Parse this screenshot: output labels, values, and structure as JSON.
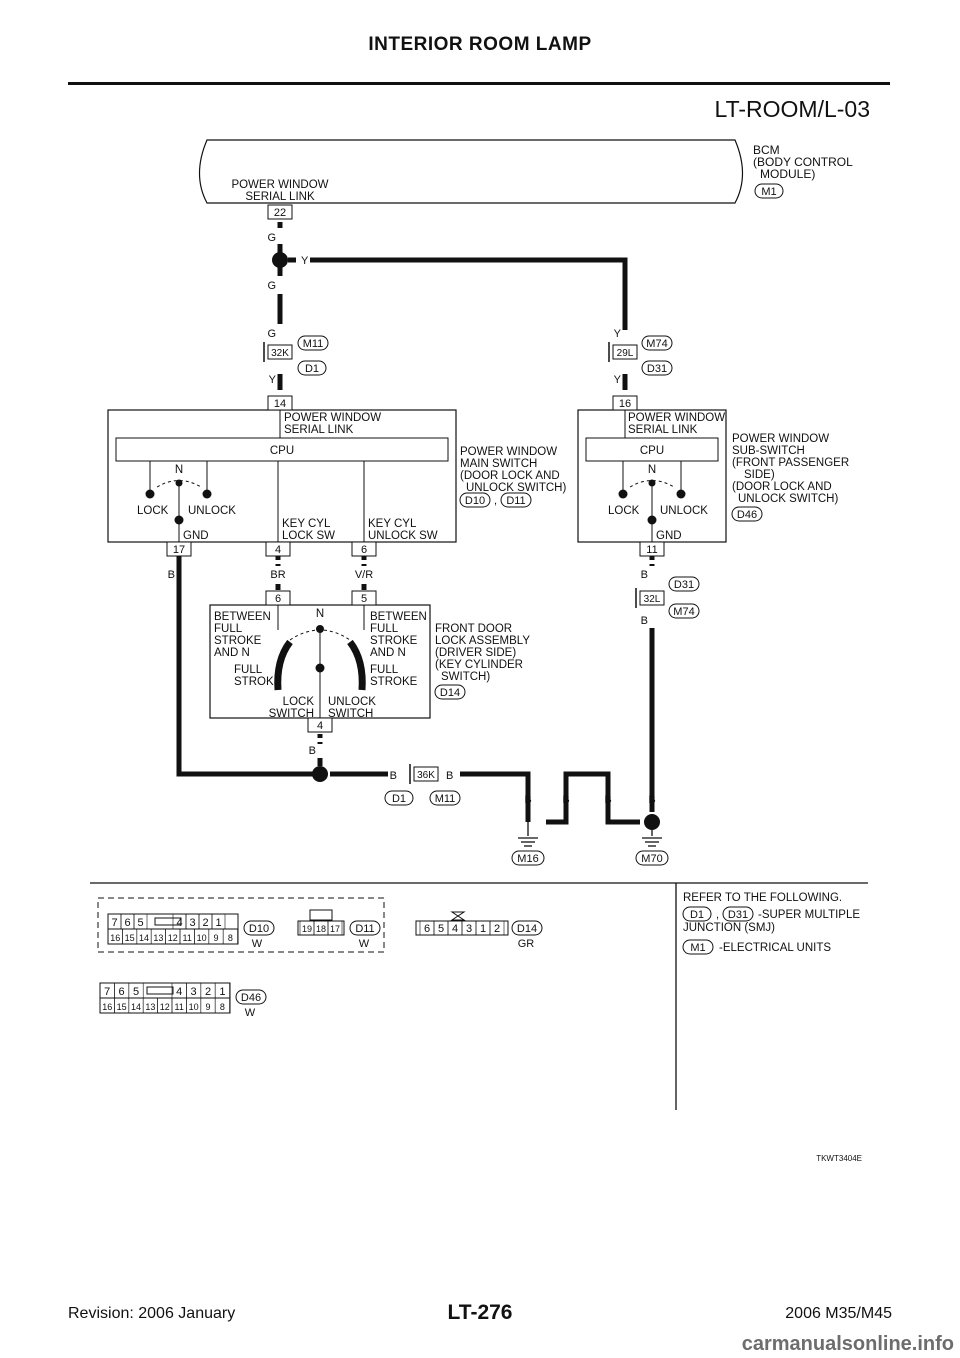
{
  "header": {
    "title": "INTERIOR ROOM LAMP",
    "diagram_code": "LT-ROOM/L-03"
  },
  "bcm": {
    "line1": "BCM",
    "line2": "(BODY CONTROL",
    "line3": "MODULE)",
    "conn": "M1",
    "terminal_label_1": "POWER WINDOW",
    "terminal_label_2": "SERIAL LINK",
    "terminal": "22"
  },
  "wires": {
    "g": "G",
    "y": "Y",
    "b": "B",
    "br": "BR",
    "vr": "V/R"
  },
  "connectors": {
    "c32k": "32K",
    "m11": "M11",
    "d1": "D1",
    "c29l": "29L",
    "m74": "M74",
    "d31": "D31",
    "c32l": "32L",
    "c36k": "36K",
    "m16": "M16",
    "m70": "M70"
  },
  "main_switch": {
    "serial_link_1": "POWER WINDOW",
    "serial_link_2": "SERIAL LINK",
    "cpu": "CPU",
    "n": "N",
    "lock": "LOCK",
    "unlock": "UNLOCK",
    "gnd": "GND",
    "key_lock_1": "KEY CYL",
    "key_lock_2": "LOCK SW",
    "key_unlock_1": "KEY CYL",
    "key_unlock_2": "UNLOCK SW",
    "name_1": "POWER WINDOW",
    "name_2": "MAIN SWITCH",
    "name_3": "(DOOR LOCK AND",
    "name_4": "UNLOCK SWITCH)",
    "conn_a": "D10",
    "sep": ",",
    "conn_b": "D11",
    "t14": "14",
    "t17": "17",
    "t4": "4",
    "t6": "6"
  },
  "sub_switch": {
    "serial_link_1": "POWER WINDOW",
    "serial_link_2": "SERIAL LINK",
    "cpu": "CPU",
    "n": "N",
    "lock": "LOCK",
    "unlock": "UNLOCK",
    "gnd": "GND",
    "name_1": "POWER WINDOW",
    "name_2": "SUB-SWITCH",
    "name_3": "(FRONT PASSENGER",
    "name_4": "SIDE)",
    "name_5": "(DOOR LOCK AND",
    "name_6": "UNLOCK SWITCH)",
    "conn": "D46",
    "t16": "16",
    "t11": "11"
  },
  "door_lock": {
    "t6": "6",
    "t5": "5",
    "t4": "4",
    "n": "N",
    "left_1": "BETWEEN",
    "left_2": "FULL",
    "left_3": "STROKE",
    "left_4": "AND N",
    "right_1": "BETWEEN",
    "right_2": "FULL",
    "right_3": "STROKE",
    "right_4": "AND N",
    "lfull_1": "FULL",
    "lfull_2": "STROKE",
    "rfull_1": "FULL",
    "rfull_2": "STROKE",
    "lock_1": "LOCK",
    "lock_2": "SWITCH",
    "unlock_1": "UNLOCK",
    "unlock_2": "SWITCH",
    "name_1": "FRONT DOOR",
    "name_2": "LOCK ASSEMBLY",
    "name_3": "(DRIVER SIDE)",
    "name_4": "(KEY CYLINDER",
    "name_5": "SWITCH)",
    "conn": "D14"
  },
  "connector_views": {
    "d10_top": [
      "7",
      "6",
      "5",
      "4",
      "3",
      "2",
      "1"
    ],
    "d10_bottom": [
      "16",
      "15",
      "14",
      "13",
      "12",
      "11",
      "10",
      "9",
      "8"
    ],
    "d10_name": "D10",
    "d10_color": "W",
    "d11_pins": [
      "19",
      "18",
      "17"
    ],
    "d11_name": "D11",
    "d11_color": "W",
    "d14_pins": [
      "6",
      "5",
      "4",
      "3",
      "1",
      "2"
    ],
    "d14_name": "D14",
    "d14_color": "GR",
    "d46_top": [
      "7",
      "6",
      "5",
      "4",
      "3",
      "2",
      "1"
    ],
    "d46_bottom": [
      "16",
      "15",
      "14",
      "13",
      "12",
      "11",
      "10",
      "9",
      "8"
    ],
    "d46_name": "D46",
    "d46_color": "W"
  },
  "reference": {
    "title": "REFER TO THE FOLLOWING.",
    "c1": "D1",
    "sep": ",",
    "c2": "D31",
    "smj_1": "-SUPER MULTIPLE",
    "smj_2": "JUNCTION (SMJ)",
    "c3": "M1",
    "elec": "-ELECTRICAL UNITS"
  },
  "figure_code": "TKWT3404E",
  "footer": {
    "revision": "Revision: 2006 January",
    "page": "LT-276",
    "model": "2006 M35/M45"
  },
  "watermark": "carmanualsonline.info"
}
